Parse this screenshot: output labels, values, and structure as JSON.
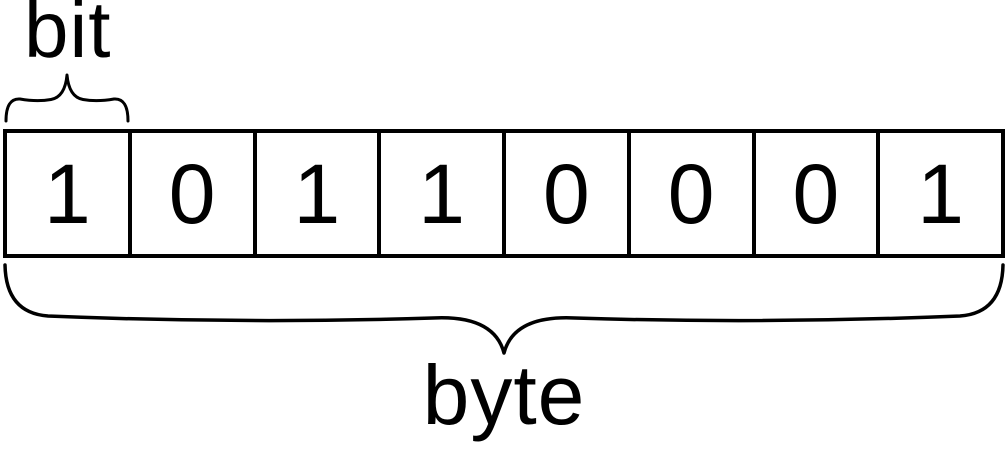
{
  "labels": {
    "bit": "bit",
    "byte": "byte"
  },
  "bits": [
    "1",
    "0",
    "1",
    "1",
    "0",
    "0",
    "0",
    "1"
  ],
  "icons": {
    "bit_brace": "curly-brace-over-first-cell",
    "byte_brace": "curly-brace-under-all-cells"
  },
  "colors": {
    "foreground": "#000000",
    "background": "#ffffff"
  }
}
